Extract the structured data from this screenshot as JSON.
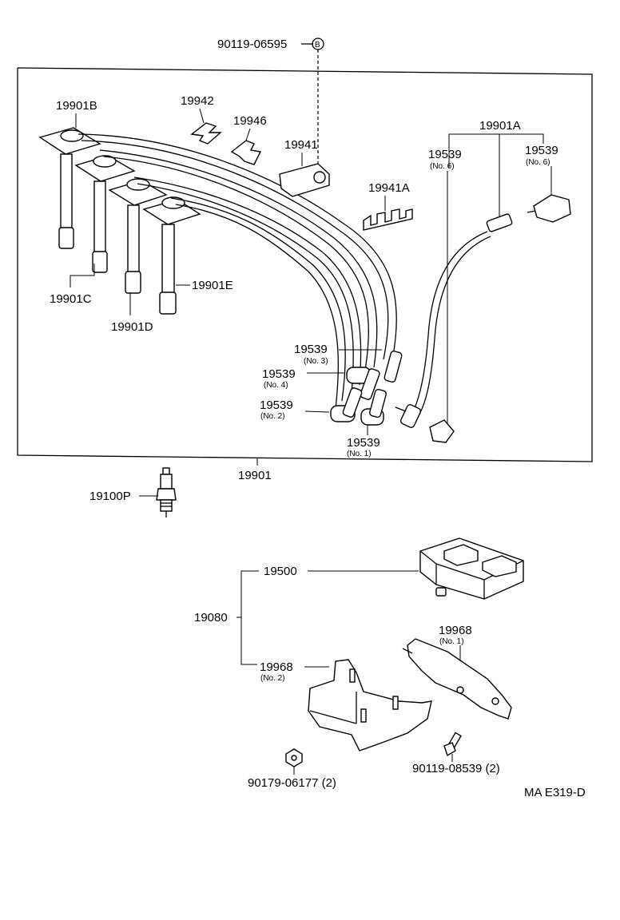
{
  "top_ref": {
    "part_no": "90119-06595",
    "circle_letter": "B"
  },
  "wires": {
    "assembly": "19901",
    "cord_b": "19901B",
    "cord_c": "19901C",
    "cord_d": "19901D",
    "cord_e": "19901E",
    "cord_a": "19901A"
  },
  "clamps": {
    "c19942": "19942",
    "c19946": "19946",
    "c19941": "19941",
    "c19941a": "19941A"
  },
  "caps": [
    {
      "part_no": "19539",
      "note": "(No. 6)"
    },
    {
      "part_no": "19539",
      "note": "(No. 6)"
    },
    {
      "part_no": "19539",
      "note": "(No. 3)"
    },
    {
      "part_no": "19539",
      "note": "(No. 4)"
    },
    {
      "part_no": "19539",
      "note": "(No. 2)"
    },
    {
      "part_no": "19539",
      "note": "(No. 1)"
    }
  ],
  "plug": "19100P",
  "coil": {
    "assembly": "19080",
    "coil": "19500",
    "bracket1": {
      "part_no": "19968",
      "note": "(No. 1)"
    },
    "bracket2": {
      "part_no": "19968",
      "note": "(No. 2)"
    },
    "bolt": "90119-08539  (2)",
    "nut": "90179-06177  (2)"
  },
  "code": "MA E319-D"
}
